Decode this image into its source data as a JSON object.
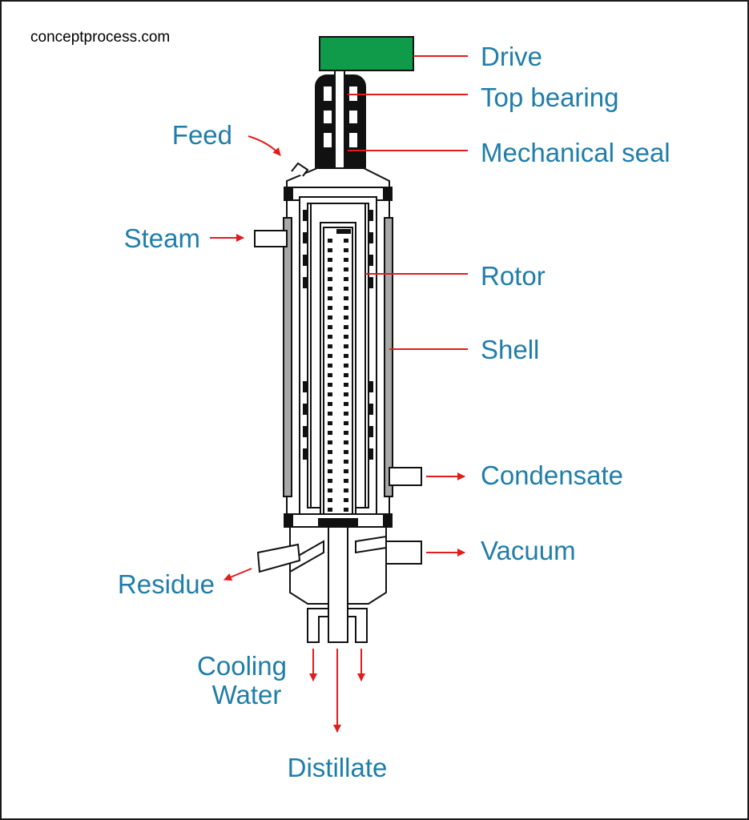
{
  "watermark": "conceptprocess.com",
  "colors": {
    "label": "#1f7ea9",
    "arrow": "#e21c1c",
    "drive": "#0f9b4a",
    "outline": "#111111",
    "shell": "#a8a8a8"
  },
  "labels": {
    "drive": "Drive",
    "top_bearing": "Top bearing",
    "mechanical_seal": "Mechanical seal",
    "feed": "Feed",
    "steam": "Steam",
    "rotor": "Rotor",
    "shell": "Shell",
    "condensate": "Condensate",
    "vacuum": "Vacuum",
    "residue": "Residue",
    "cooling_water_line1": "Cooling",
    "cooling_water_line2": "Water",
    "distillate": "Distillate"
  }
}
